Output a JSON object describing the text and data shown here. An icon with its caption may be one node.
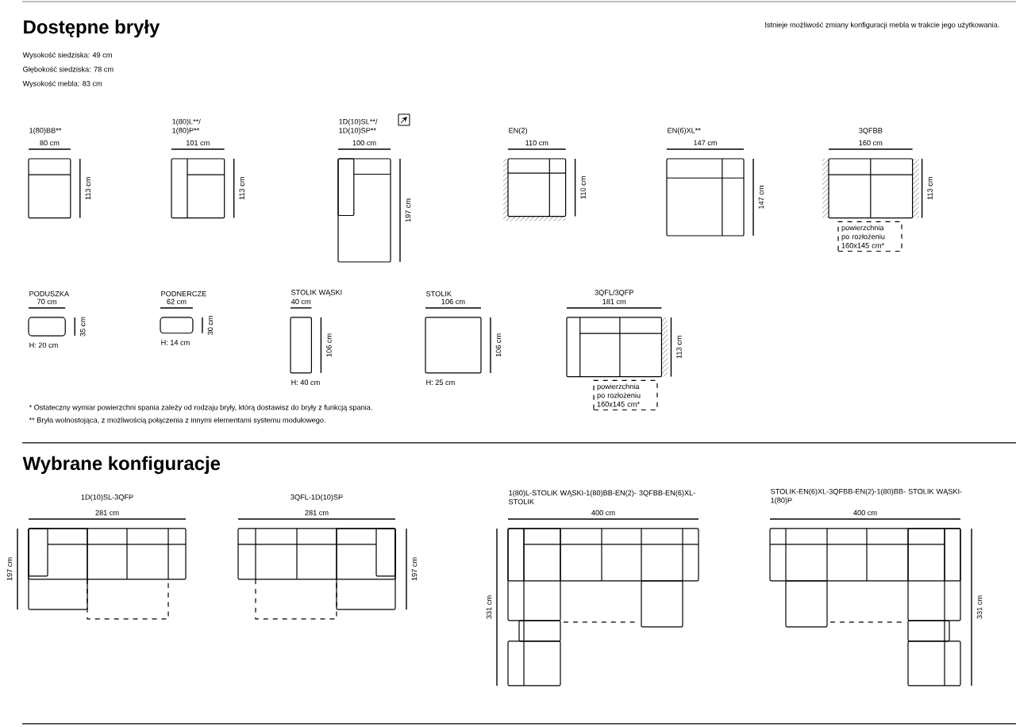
{
  "diagram": {
    "title": "Dostępne bryły",
    "nodes": [
      {
        "text": [
          "1(80)BB**"
        ]
      },
      {
        "text": [
          "1(80)L**/",
          "1(80)P**"
        ]
      },
      {
        "text": [
          "1D(10)SL**/",
          "1D(10)SP**"
        ]
      },
      {
        "text": [
          "EN(2)"
        ]
      },
      {
        "text": [
          "EN(6)XL**"
        ]
      },
      {
        "text": [
          "3QFBB"
        ]
      },
      {
        "text": [
          "powierzchnia po rozłożeniu 160x145 cm*"
        ]
      },
      {
        "text": [
          "PODUSZKA"
        ],
        "beside": [
          "H: 20 cm"
        ]
      },
      {
        "text": [
          "PODNERCZE"
        ],
        "beside": [
          "H: 14 cm"
        ]
      },
      {
        "text": [
          "STOLIK WĄSKI"
        ],
        "beside": [
          "H: 40 cm"
        ]
      },
      {
        "text": [
          "STOLIK"
        ],
        "beside": [
          "H: 25 cm"
        ]
      },
      {
        "text": [
          "3QFL/3QFP"
        ]
      },
      {
        "text": [
          "powierzchnia po rozłożeniu 160x145 cm*"
        ]
      },
      {
        "text": [
          "1D(10)SL-3QFP"
        ]
      },
      {
        "text": [
          "3QFL-1D(10)SP"
        ]
      },
      {
        "text": [
          "1(80)L-STOLIK WĄSKI-1(80)BB-EN(2)- 3QFBB-EN(6)XL-STOLIK"
        ]
      },
      {
        "text": [
          "STOLIK-EN(6)XL-3QFBB-EN(2)-1(80)BB- STOLIK WĄSKI-1(80)P"
        ]
      }
    ],
    "labels": [
      "Istnieje możliwość zmiany konfiguracji mebla w trakcie jego użytkowania.",
      "Wysokość siedziska: 49 cm",
      "Głębokość siedziska: 78 cm",
      "Wysokość mebla: 83 cm",
      "80 cm",
      "113 cm",
      "101 cm",
      "113 cm",
      "100 cm",
      "197 cm",
      "110 cm",
      "110 cm",
      "147 cm",
      "147 cm",
      "160 cm",
      "113 cm",
      "70 cm",
      "35 cm",
      "62 cm",
      "30 cm",
      "40 cm",
      "106 cm",
      "106 cm",
      "106 cm",
      "181 cm",
      "113 cm",
      "* Ostateczny wymiar powierzchni spania zależy od rodzaju bryły, którą dostawisz do bryły z funkcją spania.",
      "** Bryła wolnostojąca, z możliwością połączenia z innymi elementami systemu modułowego.",
      "Wybrane konfiguracje",
      "281 cm",
      "197 cm",
      "281 cm",
      "197 cm",
      "400 cm",
      "331 cm",
      "400 cm",
      "331 cm"
    ]
  }
}
